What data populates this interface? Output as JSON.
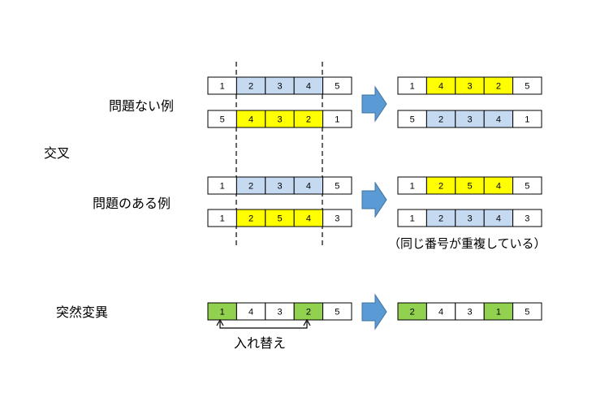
{
  "colors": {
    "white": "#ffffff",
    "blue": "#c5d9f1",
    "yellow": "#ffff00",
    "green": "#92d050",
    "arrow": "#5b9bd5",
    "border": "#000000"
  },
  "crossover": {
    "title": "交叉",
    "ok_example": {
      "label": "問題ない例",
      "before": [
        [
          {
            "v": "1",
            "c": "white"
          },
          {
            "v": "2",
            "c": "blue"
          },
          {
            "v": "3",
            "c": "blue"
          },
          {
            "v": "4",
            "c": "blue"
          },
          {
            "v": "5",
            "c": "white"
          }
        ],
        [
          {
            "v": "5",
            "c": "white"
          },
          {
            "v": "4",
            "c": "yellow"
          },
          {
            "v": "3",
            "c": "yellow"
          },
          {
            "v": "2",
            "c": "yellow"
          },
          {
            "v": "1",
            "c": "white"
          }
        ]
      ],
      "after": [
        [
          {
            "v": "1",
            "c": "white"
          },
          {
            "v": "4",
            "c": "yellow"
          },
          {
            "v": "3",
            "c": "yellow"
          },
          {
            "v": "2",
            "c": "yellow"
          },
          {
            "v": "5",
            "c": "white"
          }
        ],
        [
          {
            "v": "5",
            "c": "white"
          },
          {
            "v": "2",
            "c": "blue"
          },
          {
            "v": "3",
            "c": "blue"
          },
          {
            "v": "4",
            "c": "blue"
          },
          {
            "v": "1",
            "c": "white"
          }
        ]
      ]
    },
    "ng_example": {
      "label": "問題のある例",
      "before": [
        [
          {
            "v": "1",
            "c": "white"
          },
          {
            "v": "2",
            "c": "blue"
          },
          {
            "v": "3",
            "c": "blue"
          },
          {
            "v": "4",
            "c": "blue"
          },
          {
            "v": "5",
            "c": "white"
          }
        ],
        [
          {
            "v": "1",
            "c": "white"
          },
          {
            "v": "2",
            "c": "yellow"
          },
          {
            "v": "5",
            "c": "yellow"
          },
          {
            "v": "4",
            "c": "yellow"
          },
          {
            "v": "3",
            "c": "white"
          }
        ]
      ],
      "after": [
        [
          {
            "v": "1",
            "c": "white"
          },
          {
            "v": "2",
            "c": "yellow"
          },
          {
            "v": "5",
            "c": "yellow"
          },
          {
            "v": "4",
            "c": "yellow"
          },
          {
            "v": "5",
            "c": "white"
          }
        ],
        [
          {
            "v": "1",
            "c": "white"
          },
          {
            "v": "2",
            "c": "blue"
          },
          {
            "v": "3",
            "c": "blue"
          },
          {
            "v": "4",
            "c": "blue"
          },
          {
            "v": "3",
            "c": "white"
          }
        ]
      ],
      "note": "（同じ番号が重複している）"
    }
  },
  "mutation": {
    "title": "突然変異",
    "before": [
      {
        "v": "1",
        "c": "green"
      },
      {
        "v": "4",
        "c": "white"
      },
      {
        "v": "3",
        "c": "white"
      },
      {
        "v": "2",
        "c": "green"
      },
      {
        "v": "5",
        "c": "white"
      }
    ],
    "after": [
      {
        "v": "2",
        "c": "green"
      },
      {
        "v": "4",
        "c": "white"
      },
      {
        "v": "3",
        "c": "white"
      },
      {
        "v": "1",
        "c": "green"
      },
      {
        "v": "5",
        "c": "white"
      }
    ],
    "swap_label": "入れ替え"
  }
}
